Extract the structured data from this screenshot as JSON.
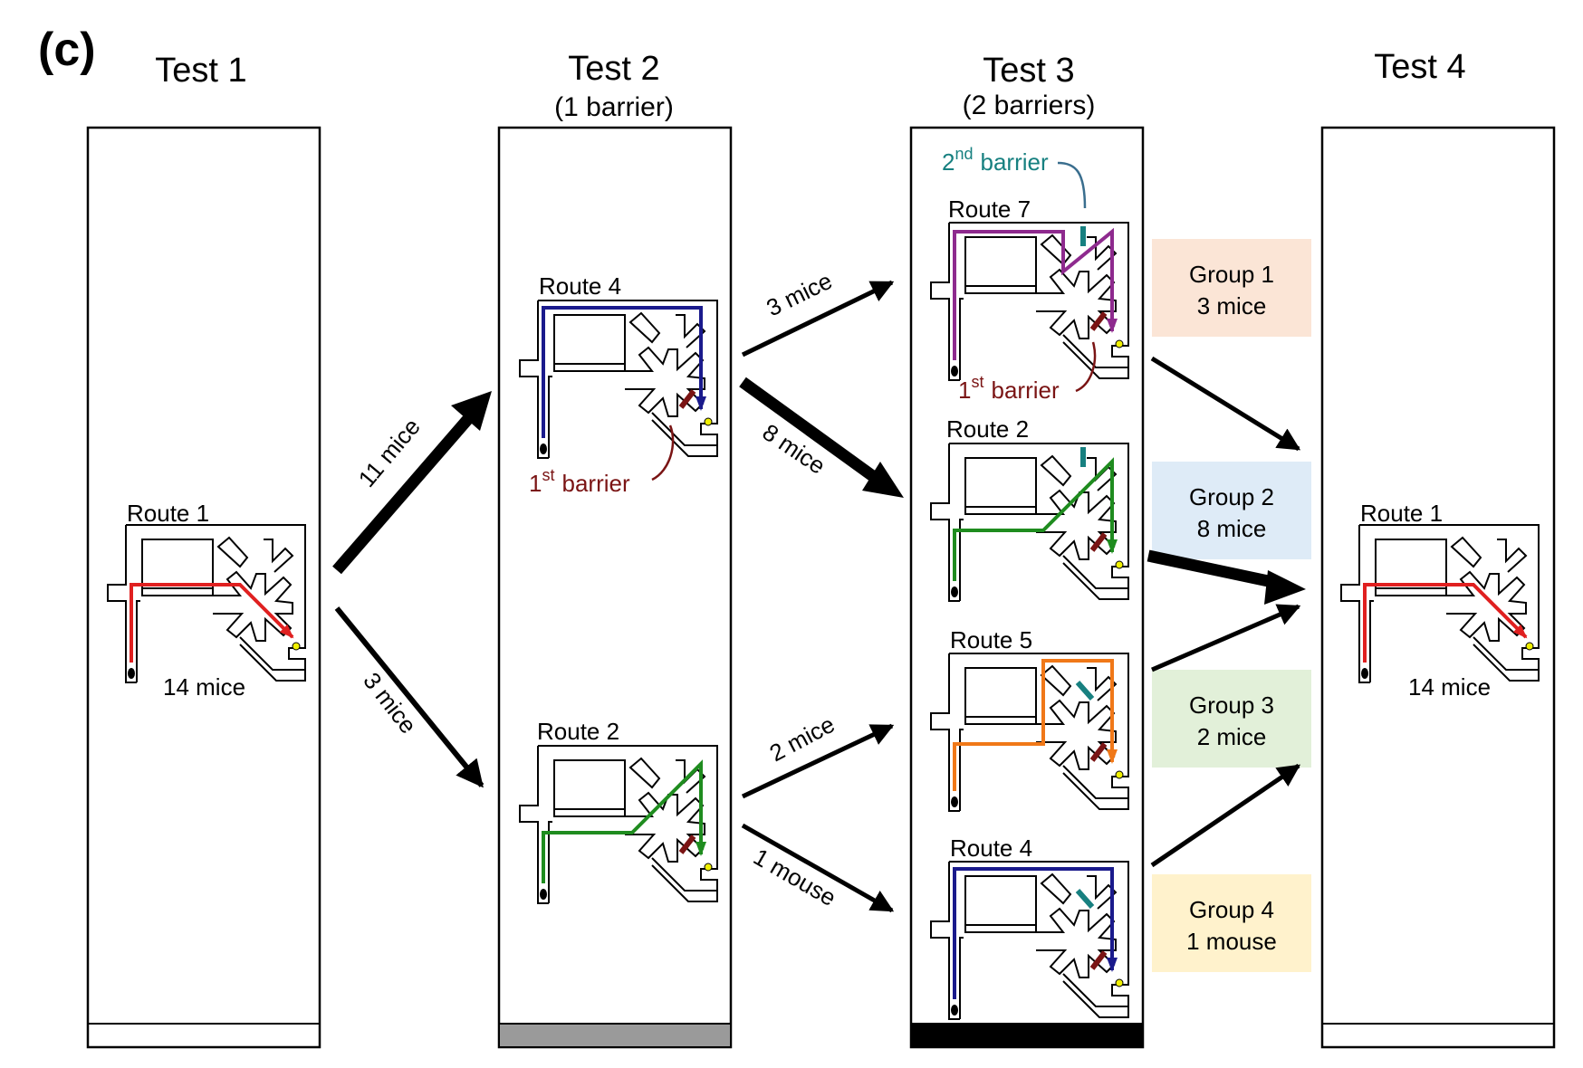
{
  "panel_label": "(c)",
  "tests": [
    {
      "title": "Test 1",
      "subtitle": ""
    },
    {
      "title": "Test 2",
      "subtitle": "(1 barrier)"
    },
    {
      "title": "Test 3",
      "subtitle": "(2 barriers)"
    },
    {
      "title": "Test 4",
      "subtitle": ""
    }
  ],
  "mazes": [
    {
      "label": "Route 1",
      "color": "#e02020",
      "count": "14 mice"
    },
    {
      "label": "Route 4",
      "color": "#1a1a8c",
      "count": ""
    },
    {
      "label": "Route 2",
      "color": "#1f8c1f",
      "count": ""
    },
    {
      "label": "Route 7",
      "color": "#8e2a8e",
      "count": ""
    },
    {
      "label": "Route 2",
      "color": "#1f8c1f",
      "count": ""
    },
    {
      "label": "Route 5",
      "color": "#f07818",
      "count": ""
    },
    {
      "label": "Route 4",
      "color": "#1a1a8c",
      "count": ""
    },
    {
      "label": "Route 1",
      "color": "#e02020",
      "count": "14 mice"
    }
  ],
  "barrier_labels": {
    "first_base": "1",
    "first_sup": "st",
    "first_word": "barrier",
    "second_base": "2",
    "second_sup": "nd",
    "second_word": "barrier"
  },
  "transitions": [
    "11 mice",
    "3 mice",
    "3 mice",
    "8 mice",
    "2 mice",
    "1 mouse"
  ],
  "groups": [
    {
      "name": "Group 1",
      "count": "3 mice",
      "color": "#fbe5d6"
    },
    {
      "name": "Group 2",
      "count": "8 mice",
      "color": "#deebf7"
    },
    {
      "name": "Group 3",
      "count": "2 mice",
      "color": "#e2f0d9"
    },
    {
      "name": "Group 4",
      "count": "1 mouse",
      "color": "#fff2cc"
    }
  ],
  "colors": {
    "first_barrier": "#7a1414",
    "second_barrier": "#178080",
    "second_barrier_label": "#178080",
    "leader_line": "#3a6e8e",
    "goal": "#f0f000"
  }
}
